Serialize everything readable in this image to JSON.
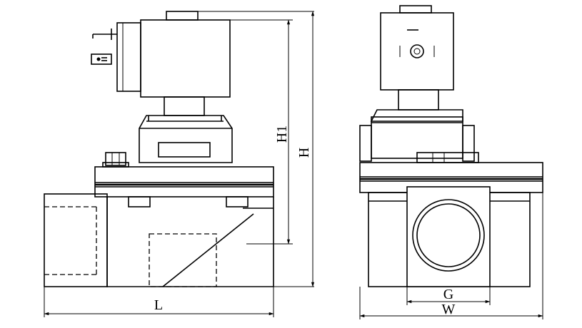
{
  "dimensions": {
    "l_label": "L",
    "h_label": "H",
    "h1_label": "H1",
    "g_label": "G",
    "w_label": "W"
  },
  "colors": {
    "line": "#000000",
    "background": "#ffffff"
  }
}
